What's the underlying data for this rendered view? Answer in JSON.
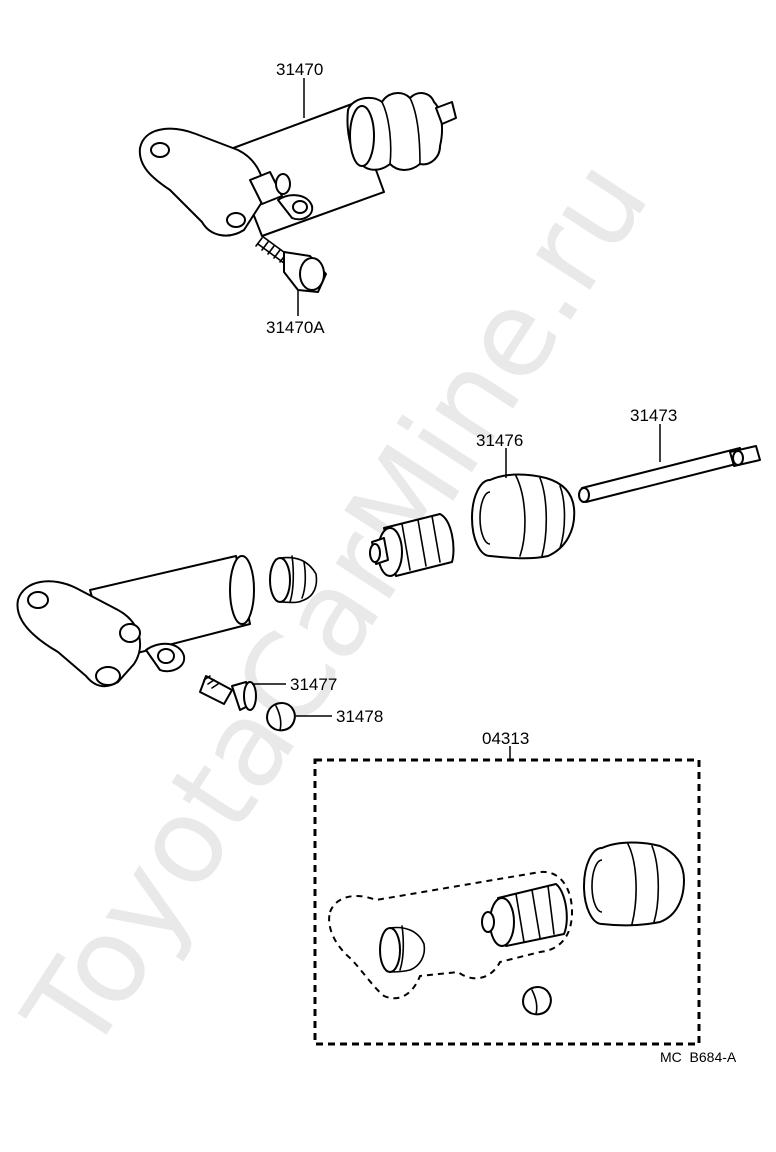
{
  "watermark": "ToyotaCarMine.ru",
  "labels": {
    "p31470": "31470",
    "p31470A": "31470A",
    "p31473": "31473",
    "p31476": "31476",
    "p31477": "31477",
    "p31478": "31478",
    "p04313": "04313"
  },
  "diagram_code": "MC  B684-A"
}
